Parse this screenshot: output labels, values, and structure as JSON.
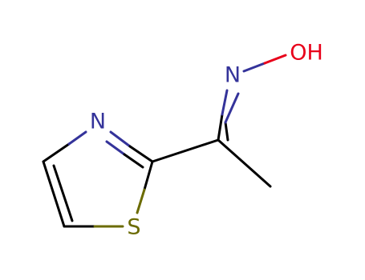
{
  "molecule": {
    "atoms": {
      "N_ring": {
        "label": "N",
        "color": "#34339a"
      },
      "S_ring": {
        "label": "S",
        "color": "#6b6b00"
      },
      "N_oxime": {
        "label": "N",
        "color": "#34339a"
      },
      "OH": {
        "label": "OH",
        "color": "#e8001a"
      }
    },
    "bond_color": "#000000"
  }
}
